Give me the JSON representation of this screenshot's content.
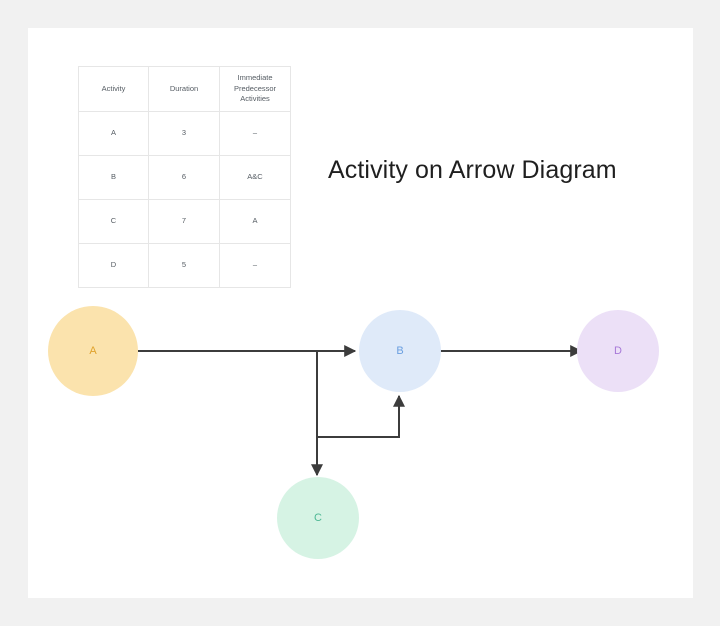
{
  "page": {
    "background_color": "#f1f1f1",
    "card_color": "#ffffff"
  },
  "diagram_title": "Activity on Arrow Diagram",
  "table": {
    "headers": [
      "Activity",
      "Duration",
      "Immediate Predecessor Activities"
    ],
    "header_lines": {
      "activity": "Activity",
      "duration": "Duration",
      "predecessor_line1": "Immediate",
      "predecessor_line2": "Predecessor",
      "predecessor_line3": "Activities"
    },
    "rows": [
      {
        "activity": "A",
        "duration": "3",
        "predecessors": "–"
      },
      {
        "activity": "B",
        "duration": "6",
        "predecessors": "A&C"
      },
      {
        "activity": "C",
        "duration": "7",
        "predecessors": "A"
      },
      {
        "activity": "D",
        "duration": "5",
        "predecessors": "–"
      }
    ]
  },
  "graph": {
    "nodes": [
      {
        "id": "A",
        "label": "A",
        "fill": "#fbe3ad",
        "text_color": "#e0a22b"
      },
      {
        "id": "B",
        "label": "B",
        "fill": "#dfeaf9",
        "text_color": "#6a9fe0"
      },
      {
        "id": "C",
        "label": "C",
        "fill": "#d6f3e4",
        "text_color": "#4eb894"
      },
      {
        "id": "D",
        "label": "D",
        "fill": "#ece0f7",
        "text_color": "#a779d8"
      }
    ],
    "edges": [
      {
        "from": "A",
        "to": "B",
        "style": "straight"
      },
      {
        "from": "A",
        "to": "C",
        "style": "elbow-down"
      },
      {
        "from": "C",
        "to": "B",
        "style": "elbow-up"
      },
      {
        "from": "B",
        "to": "D",
        "style": "straight"
      }
    ],
    "edge_color": "#3c3c3c"
  }
}
